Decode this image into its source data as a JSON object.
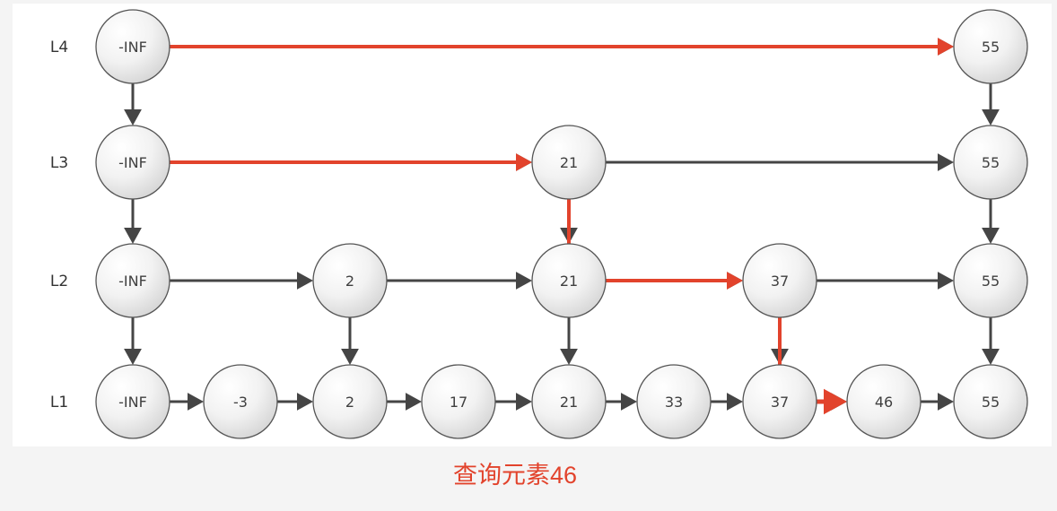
{
  "caption": "查询元素46",
  "colors": {
    "background": "#f4f4f4",
    "panel": "#ffffff",
    "edge": "#454545",
    "search_path": "#e2432c",
    "node_fill_light": "#ffffff",
    "node_fill_dark": "#d6d6d6",
    "node_stroke": "#555555",
    "caption": "#e2432c"
  },
  "levels": [
    {
      "label": "L4",
      "nodes": [
        "-INF",
        "55"
      ]
    },
    {
      "label": "L3",
      "nodes": [
        "-INF",
        "21",
        "55"
      ]
    },
    {
      "label": "L2",
      "nodes": [
        "-INF",
        "2",
        "21",
        "37",
        "55"
      ]
    },
    {
      "label": "L1",
      "nodes": [
        "-INF",
        "-3",
        "2",
        "17",
        "21",
        "33",
        "37",
        "46",
        "55"
      ]
    }
  ],
  "search": {
    "target": "46",
    "path": [
      {
        "level": "L4",
        "from": "-INF",
        "to": "55",
        "kind": "forward"
      },
      {
        "level": "L3",
        "from": "-INF",
        "to": "21",
        "kind": "forward"
      },
      {
        "level": "L3",
        "from": "21",
        "to": "21",
        "kind": "down"
      },
      {
        "level": "L2",
        "from": "21",
        "to": "37",
        "kind": "forward"
      },
      {
        "level": "L2",
        "from": "37",
        "to": "37",
        "kind": "down"
      },
      {
        "level": "L1",
        "from": "37",
        "to": "46",
        "kind": "forward"
      }
    ]
  }
}
